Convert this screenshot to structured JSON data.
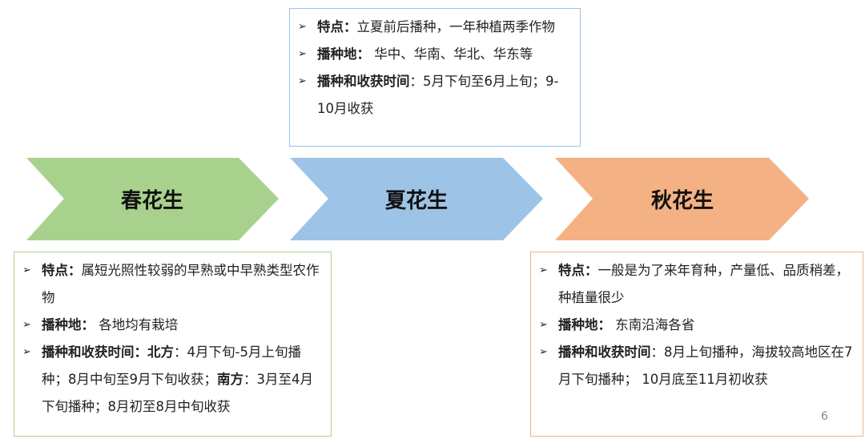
{
  "stages": [
    {
      "label": "春花生",
      "color": "#a9d18e"
    },
    {
      "label": "夏花生",
      "color": "#9dc3e6"
    },
    {
      "label": "秋花生",
      "color": "#f4b183"
    }
  ],
  "boxes": {
    "spring": {
      "border": "#a9d18e",
      "items": [
        {
          "segments": [
            {
              "t": "特点：",
              "b": true
            },
            {
              "t": "属短光照性较弱的早熟或中早熟类型农作物",
              "b": false
            }
          ]
        },
        {
          "segments": [
            {
              "t": "播种地：",
              "b": true
            },
            {
              "t": "  各地均有栽培",
              "b": false
            }
          ]
        },
        {
          "segments": [
            {
              "t": "播种和收获时间：北方",
              "b": true
            },
            {
              "t": "：4月下旬-5月上旬播种；8月中旬至9月下旬收获；",
              "b": false
            },
            {
              "t": "南方",
              "b": true
            },
            {
              "t": "：3月至4月下旬播种；8月初至8月中旬收获",
              "b": false
            }
          ]
        }
      ]
    },
    "summer": {
      "border": "#9dc3e6",
      "items": [
        {
          "segments": [
            {
              "t": "特点：",
              "b": true
            },
            {
              "t": "立夏前后播种，一年种植两季作物",
              "b": false
            }
          ]
        },
        {
          "segments": [
            {
              "t": "播种地：",
              "b": true
            },
            {
              "t": " 华中、华南、华北、华东等",
              "b": false
            }
          ]
        },
        {
          "segments": [
            {
              "t": "播种和收获时间",
              "b": true
            },
            {
              "t": "：5月下旬至6月上旬；9-10月收获",
              "b": false
            }
          ]
        }
      ]
    },
    "autumn": {
      "border": "#f4b183",
      "items": [
        {
          "segments": [
            {
              "t": "特点：",
              "b": true
            },
            {
              "t": "一般是为了来年育种，产量低、品质稍差，种植量很少",
              "b": false
            }
          ]
        },
        {
          "segments": [
            {
              "t": "播种地：",
              "b": true
            },
            {
              "t": "  东南沿海各省",
              "b": false
            }
          ]
        },
        {
          "segments": [
            {
              "t": "播种和收获时间",
              "b": true
            },
            {
              "t": "：8月上旬播种，海拔较高地区在7月下旬播种；  10月底至11月初收获",
              "b": false
            }
          ]
        }
      ]
    }
  },
  "bullet_glyph": "➢",
  "page_number": "6"
}
